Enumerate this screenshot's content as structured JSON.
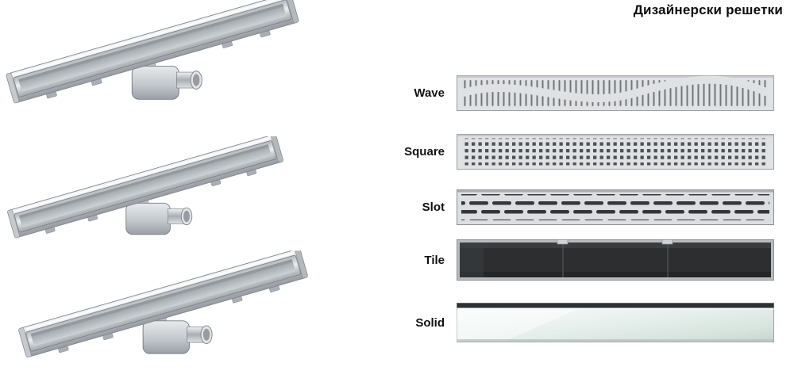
{
  "page": {
    "title": "Дизайнерски решетки"
  },
  "grates": [
    {
      "id": "wave",
      "label": "Wave"
    },
    {
      "id": "square",
      "label": "Square"
    },
    {
      "id": "slot",
      "label": "Slot"
    },
    {
      "id": "tile",
      "label": "Tile"
    },
    {
      "id": "solid",
      "label": "Solid"
    }
  ],
  "colors": {
    "steel_light": "#e9ebed",
    "steel_mid": "#c7cbcf",
    "steel_dark": "#8d939a",
    "tile_insert": "#2c2e30",
    "solid_tint": "#dce9e4",
    "text": "#111111"
  }
}
